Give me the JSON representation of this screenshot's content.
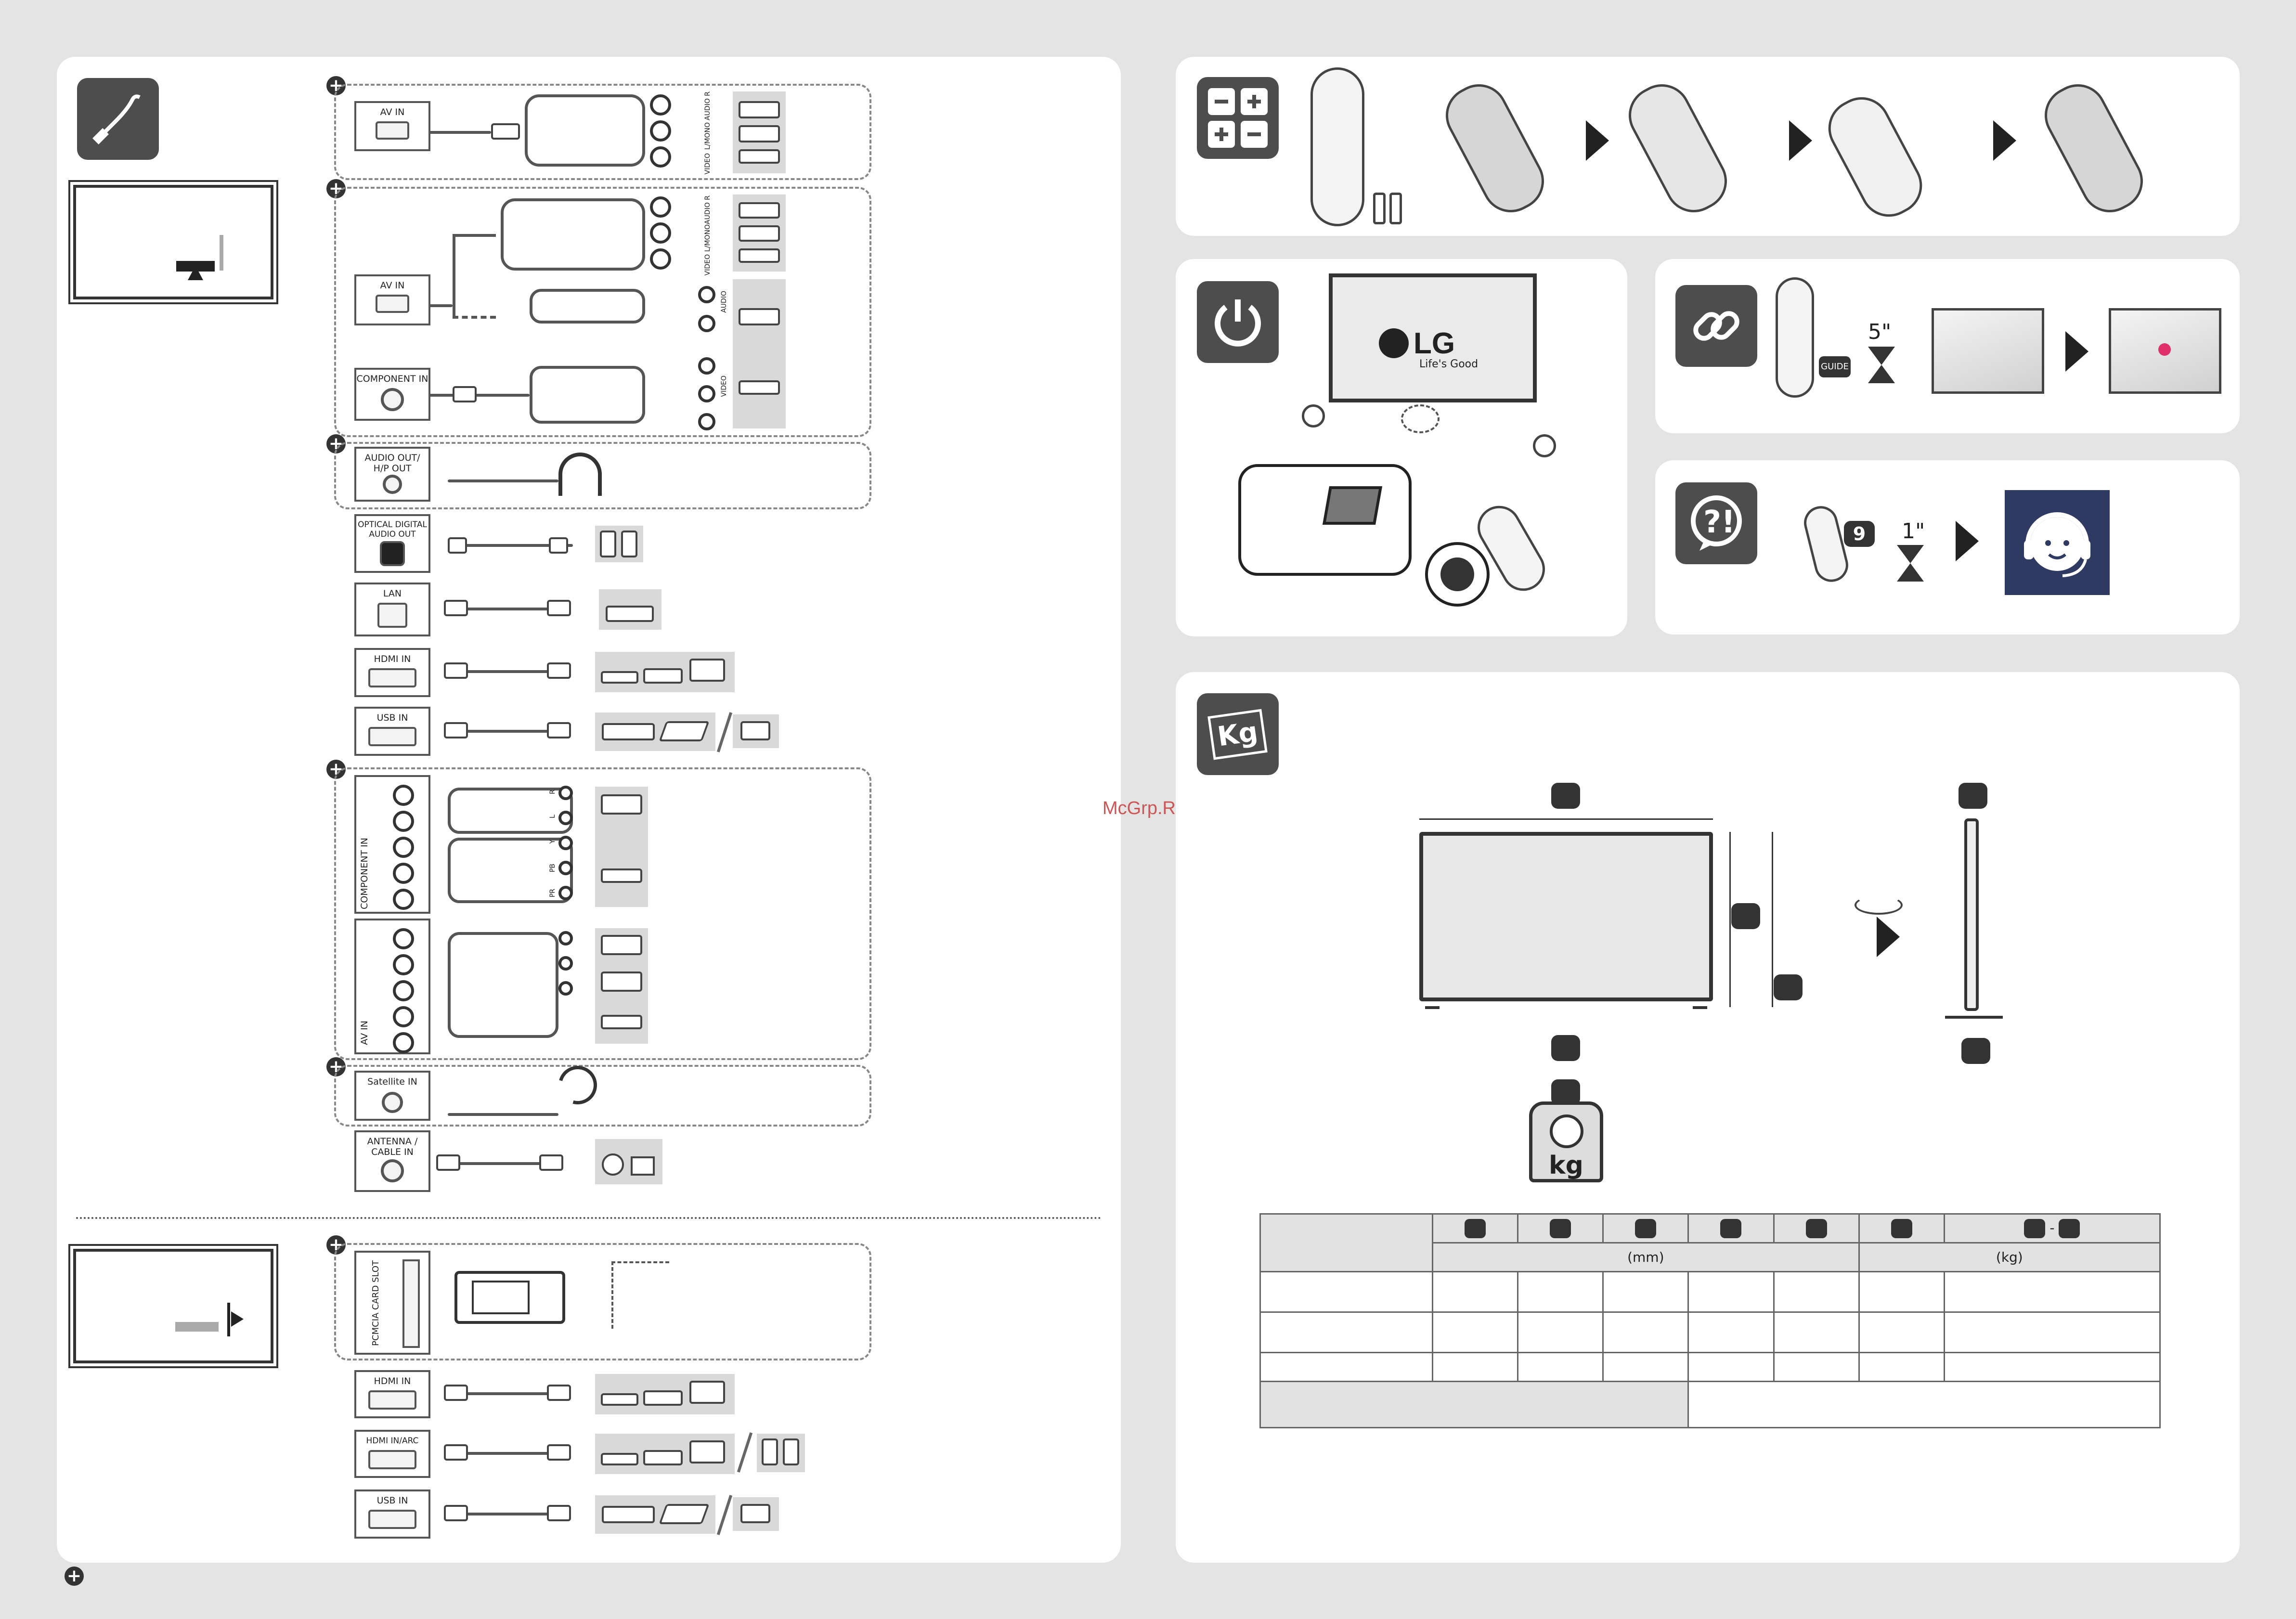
{
  "watermark": "McGrp.Ru",
  "connections": {
    "av_in_1": "AV IN",
    "av_in_2": "AV IN",
    "component_in": "COMPONENT IN",
    "audio_out": "AUDIO OUT/\nH/P OUT",
    "optical": "OPTICAL DIGITAL\nAUDIO OUT",
    "lan": "LAN",
    "hdmi_in": "HDMI IN",
    "usb_in": "USB IN",
    "component_in_vertical": "COMPONENT IN",
    "av_in_vertical": "AV IN",
    "satellite_in": "Satellite IN",
    "antenna": "ANTENNA /\nCABLE IN",
    "jack_labels_1": [
      "AUDIO R",
      "L/MONO",
      "VIDEO"
    ],
    "jack_labels_2": [
      "AUDIO R",
      "L/MONO",
      "VIDEO"
    ],
    "audio_group": "AUDIO",
    "video_group": "VIDEO",
    "rca_letters": [
      "R",
      "L",
      "Y",
      "PB",
      "PR"
    ]
  },
  "side_connections": {
    "pcmcia": "PCMCIA CARD SLOT",
    "hdmi_in": "HDMI IN",
    "hdmi_arc": "HDMI IN/ARC",
    "usb_in": "USB IN"
  },
  "power_panel": {
    "brand": "LG",
    "slogan": "Life's Good"
  },
  "pairing_panel": {
    "button": "GUIDE",
    "time": "5\""
  },
  "support_panel": {
    "key": "9",
    "time": "1\""
  },
  "dimensions_panel": {
    "kg_icon": "Kg",
    "scale_label": "kg",
    "unit_mm": "(mm)",
    "unit_kg": "(kg)",
    "badge_separator": "-"
  },
  "colors": {
    "background": "#e4e4e4",
    "panel": "#ffffff",
    "icon": "#4d4d4d",
    "support_face": "#2f3a62",
    "accent_pink": "#e0306a"
  }
}
